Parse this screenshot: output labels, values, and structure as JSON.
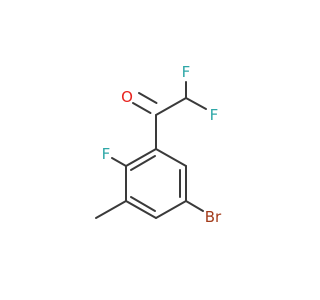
{
  "molecule": {
    "atoms": [
      {
        "id": "O1",
        "label": "O",
        "color": "#e8231e"
      },
      {
        "id": "F1",
        "label": "F",
        "color": "#2ea7a7"
      },
      {
        "id": "F2",
        "label": "F",
        "color": "#2ea7a7"
      },
      {
        "id": "F3",
        "label": "F",
        "color": "#2ea7a7"
      },
      {
        "id": "Br1",
        "label": "Br",
        "color": "#a23b1a"
      }
    ],
    "bond_color": "#3a3a3a"
  }
}
